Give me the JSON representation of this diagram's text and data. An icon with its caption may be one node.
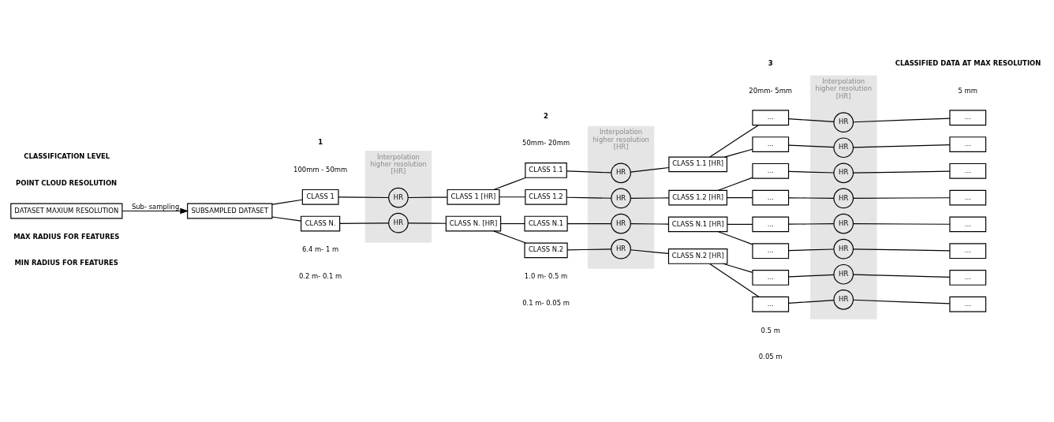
{
  "diagram": {
    "nodes": [
      {
        "text": [
          "DATASET MAXIUM RESOLUTION"
        ]
      },
      {
        "text": [
          "SUBSAMPLED DATASET"
        ]
      },
      {
        "text": [
          "CLASS 1"
        ]
      },
      {
        "text": [
          "CLASS N."
        ]
      },
      {
        "text": [
          "Interpolation higher resolution [HR]"
        ]
      },
      {
        "text": [
          "HR"
        ],
        "in": 4
      },
      {
        "text": [
          "HR"
        ],
        "in": 4
      },
      {
        "text": [
          "CLASS 1 [HR]"
        ]
      },
      {
        "text": [
          "CLASS N. [HR]"
        ]
      },
      {
        "text": [
          "CLASS 1.1"
        ]
      },
      {
        "text": [
          "CLASS 1.2"
        ]
      },
      {
        "text": [
          "CLASS N.1"
        ]
      },
      {
        "text": [
          "CLASS N.2"
        ]
      },
      {
        "text": [
          "Interpolation higher resolution [HR]"
        ]
      },
      {
        "text": [
          "HR"
        ],
        "in": 13
      },
      {
        "text": [
          "HR"
        ],
        "in": 13
      },
      {
        "text": [
          "HR"
        ],
        "in": 13
      },
      {
        "text": [
          "HR"
        ],
        "in": 13
      },
      {
        "text": [
          "CLASS 1.1 [HR]"
        ]
      },
      {
        "text": [
          "CLASS 1.2 [HR]"
        ]
      },
      {
        "text": [
          "CLASS N.1 [HR]"
        ]
      },
      {
        "text": [
          "CLASS N.2 [HR]"
        ]
      },
      {
        "text": [
          "..."
        ]
      },
      {
        "text": [
          "..."
        ]
      },
      {
        "text": [
          "..."
        ]
      },
      {
        "text": [
          "..."
        ]
      },
      {
        "text": [
          "..."
        ]
      },
      {
        "text": [
          "..."
        ]
      },
      {
        "text": [
          "..."
        ]
      },
      {
        "text": [
          "..."
        ]
      },
      {
        "text": [
          "Interpolation higher resolution [HR]"
        ]
      },
      {
        "text": [
          "HR"
        ],
        "in": 30
      },
      {
        "text": [
          "HR"
        ],
        "in": 30
      },
      {
        "text": [
          "HR"
        ],
        "in": 30
      },
      {
        "text": [
          "HR"
        ],
        "in": 30
      },
      {
        "text": [
          "HR"
        ],
        "in": 30
      },
      {
        "text": [
          "HR"
        ],
        "in": 30
      },
      {
        "text": [
          "HR"
        ],
        "in": 30
      },
      {
        "text": [
          "HR"
        ],
        "in": 30
      },
      {
        "text": [
          "..."
        ]
      },
      {
        "text": [
          "..."
        ]
      },
      {
        "text": [
          "..."
        ]
      },
      {
        "text": [
          "..."
        ]
      },
      {
        "text": [
          "..."
        ]
      },
      {
        "text": [
          "..."
        ]
      },
      {
        "text": [
          "..."
        ]
      },
      {
        "text": [
          "..."
        ]
      }
    ],
    "edges": [
      {
        "from": 0,
        "to": 1,
        "arrow": "to",
        "label": "Sub- sampling"
      },
      {
        "from": 1,
        "to": 2,
        "arrow": "none"
      },
      {
        "from": 1,
        "to": 3,
        "arrow": "none"
      },
      {
        "from": 2,
        "to": 5,
        "arrow": "none"
      },
      {
        "from": 3,
        "to": 6,
        "arrow": "none"
      },
      {
        "from": 5,
        "to": 7,
        "arrow": "none"
      },
      {
        "from": 6,
        "to": 8,
        "arrow": "none"
      },
      {
        "from": 7,
        "to": 9,
        "arrow": "none"
      },
      {
        "from": 7,
        "to": 10,
        "arrow": "none"
      },
      {
        "from": 8,
        "to": 11,
        "arrow": "none"
      },
      {
        "from": 8,
        "to": 12,
        "arrow": "none"
      },
      {
        "from": 9,
        "to": 14,
        "arrow": "none"
      },
      {
        "from": 10,
        "to": 15,
        "arrow": "none"
      },
      {
        "from": 11,
        "to": 16,
        "arrow": "none"
      },
      {
        "from": 12,
        "to": 17,
        "arrow": "none"
      },
      {
        "from": 14,
        "to": 18,
        "arrow": "none"
      },
      {
        "from": 15,
        "to": 19,
        "arrow": "none"
      },
      {
        "from": 16,
        "to": 20,
        "arrow": "none"
      },
      {
        "from": 17,
        "to": 21,
        "arrow": "none"
      },
      {
        "from": 18,
        "to": 22,
        "arrow": "none"
      },
      {
        "from": 18,
        "to": 23,
        "arrow": "none"
      },
      {
        "from": 19,
        "to": 24,
        "arrow": "none"
      },
      {
        "from": 19,
        "to": 25,
        "arrow": "none"
      },
      {
        "from": 20,
        "to": 26,
        "arrow": "none"
      },
      {
        "from": 20,
        "to": 27,
        "arrow": "none"
      },
      {
        "from": 21,
        "to": 28,
        "arrow": "none"
      },
      {
        "from": 21,
        "to": 29,
        "arrow": "none"
      },
      {
        "from": 22,
        "to": 31,
        "arrow": "none"
      },
      {
        "from": 23,
        "to": 32,
        "arrow": "none"
      },
      {
        "from": 24,
        "to": 33,
        "arrow": "none"
      },
      {
        "from": 25,
        "to": 34,
        "arrow": "none"
      },
      {
        "from": 26,
        "to": 35,
        "arrow": "none"
      },
      {
        "from": 27,
        "to": 36,
        "arrow": "none"
      },
      {
        "from": 28,
        "to": 37,
        "arrow": "none"
      },
      {
        "from": 29,
        "to": 38,
        "arrow": "none"
      },
      {
        "from": 31,
        "to": 39,
        "arrow": "none"
      },
      {
        "from": 32,
        "to": 40,
        "arrow": "none"
      },
      {
        "from": 33,
        "to": 41,
        "arrow": "none"
      },
      {
        "from": 34,
        "to": 42,
        "arrow": "none"
      },
      {
        "from": 35,
        "to": 43,
        "arrow": "none"
      },
      {
        "from": 36,
        "to": 44,
        "arrow": "none"
      },
      {
        "from": 37,
        "to": 45,
        "arrow": "none"
      },
      {
        "from": 38,
        "to": 46,
        "arrow": "none"
      }
    ],
    "labels": [
      "CLASSIFICATION LEVEL",
      "1",
      "2",
      "3",
      "CLASSIFIED DATA AT MAX RESOLUTION",
      "POINT CLOUD RESOLUTION",
      "100mm - 50mm",
      "50mm- 20mm",
      "20mm- 5mm",
      "5 mm",
      "MAX RADIUS FOR FEATURES",
      "6.4 m- 1 m",
      "1.0 m- 0.5 m",
      "0.5 m",
      "MIN RADIUS FOR FEATURES",
      "0.2 m- 0.1 m",
      "0.1 m- 0.05 m",
      "0.05 m"
    ]
  }
}
